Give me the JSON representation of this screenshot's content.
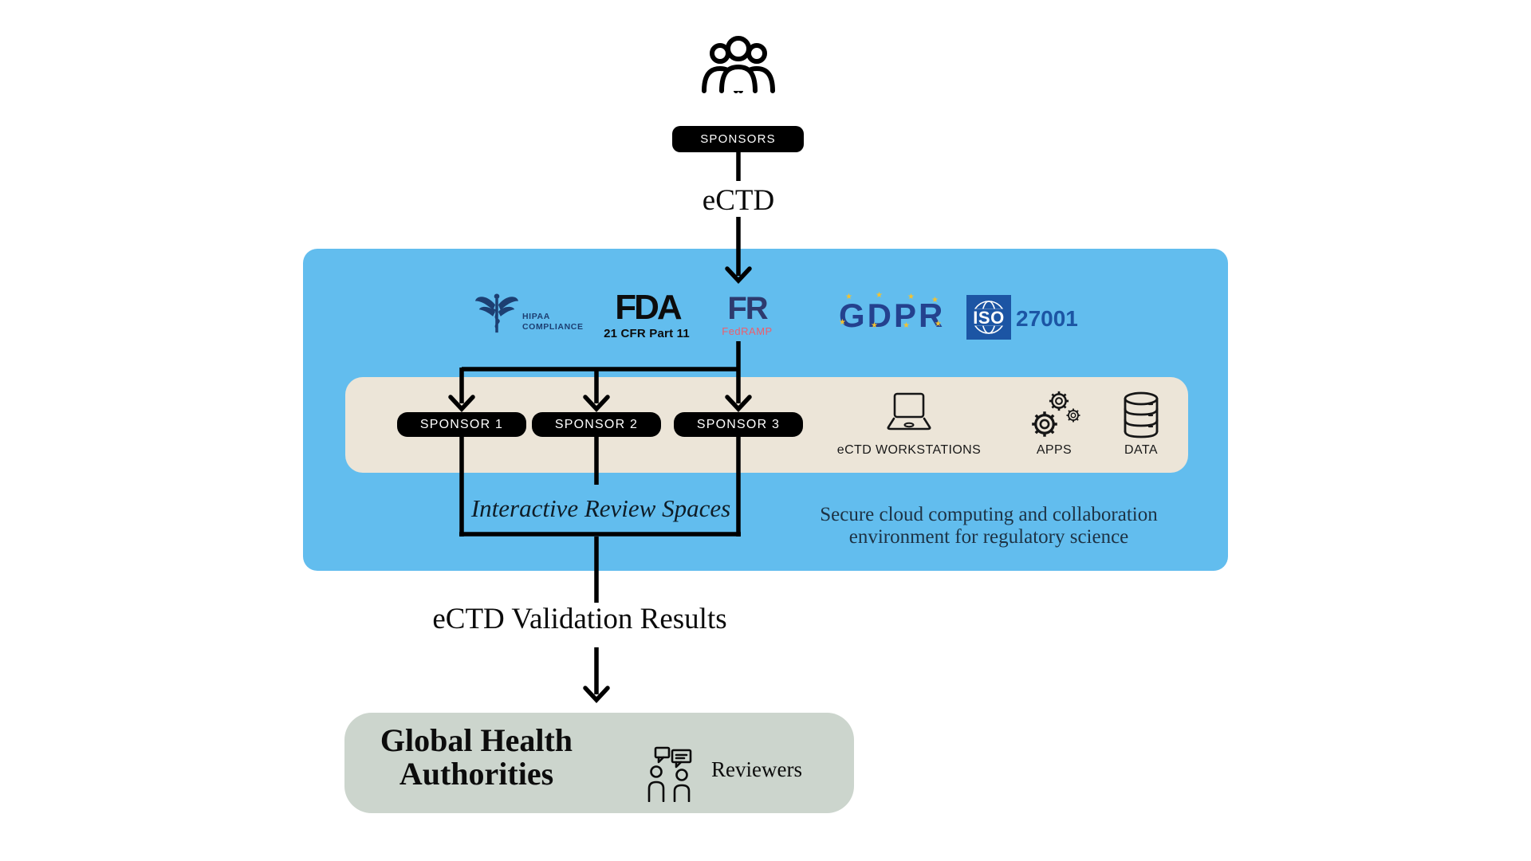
{
  "colors": {
    "blue_panel": "#62bdee",
    "beige_panel": "#ece5d8",
    "green_panel": "#ccd5cd",
    "hipaa_navy": "#1d3f72",
    "fr_navy": "#2d3a6e",
    "fedramp_red": "#ee5d6c",
    "gdpr_navy": "#24418e",
    "gdpr_star": "#f2c231",
    "iso_navy": "#1c55a4",
    "desc_text": "#1d3244",
    "line_black": "#000000"
  },
  "glyphs": {
    "star": "★"
  },
  "top": {
    "sponsors_label": "SPONSORS",
    "flow_label": "eCTD"
  },
  "cloud_panel": {
    "logos": {
      "hipaa": {
        "line1": "HIPAA",
        "line2": "COMPLIANCE"
      },
      "fda": {
        "name": "FDA",
        "subtitle": "21 CFR Part 11"
      },
      "fedramp": {
        "abbr": "FR",
        "label": "FedRAMP"
      },
      "gdpr": {
        "label": "GDPR"
      },
      "iso": {
        "abbr": "ISO",
        "number": "27001"
      }
    },
    "workspace": {
      "sponsors": [
        "SPONSOR 1",
        "SPONSOR 2",
        "SPONSOR 3"
      ],
      "workstations_label": "eCTD WORKSTATIONS",
      "apps_label": "APPS",
      "data_label": "DATA"
    },
    "review_spaces_label": "Interactive Review Spaces",
    "description_line1": "Secure cloud computing and collaboration",
    "description_line2": "environment for regulatory science"
  },
  "validation_label": "eCTD Validation Results",
  "authorities": {
    "title_line1": "Global Health",
    "title_line2": "Authorities",
    "reviewers_label": "Reviewers"
  }
}
